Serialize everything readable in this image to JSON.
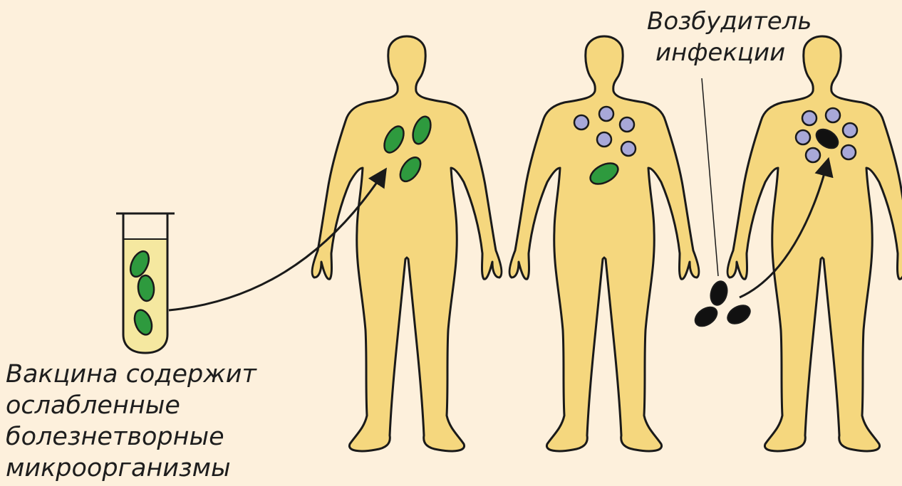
{
  "captions": {
    "vaccine_line1": "Вакцина содержит",
    "vaccine_line2": "ослабленные",
    "vaccine_line3": "болезнетворные",
    "vaccine_line4": "микроорганизмы",
    "pathogen_line1": "Возбудитель",
    "pathogen_line2": "инфекции"
  },
  "colors": {
    "background": "#fdf0dc",
    "body_fill": "#f5d77e",
    "outline": "#1a1a1a",
    "weakened_microbe": "#2e9a3e",
    "antibody": "#a8a8d8",
    "pathogen": "#111111",
    "tube_liquid": "#f5e8a0"
  }
}
